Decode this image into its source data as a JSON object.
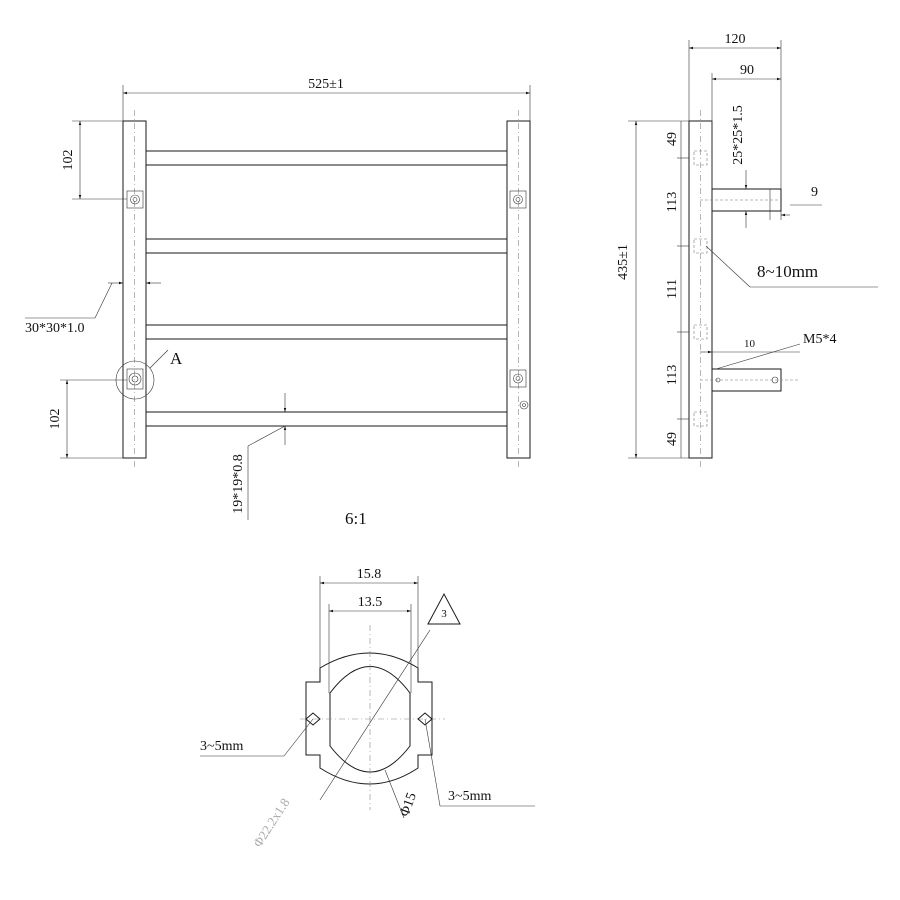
{
  "front_view": {
    "width_dim": "525±1",
    "top_offset_dim": "102",
    "bottom_offset_dim": "102",
    "upright_tube": "30*30*1.0",
    "rail_tube": "19*19*0.8",
    "detail_marker": "A"
  },
  "side_view": {
    "depth_dim": "120",
    "depth_inner_dim": "90",
    "bracket_tube": "25*25*1.5",
    "gap_dim": "9",
    "height_dim": "435±1",
    "segments": [
      "49",
      "113",
      "111",
      "113",
      "49"
    ],
    "range_note": "8~10mm",
    "screw_offset_dim": "10",
    "screw": "M5*4"
  },
  "detail_view": {
    "scale": "6:1",
    "outer_width": "15.8",
    "inner_width": "13.5",
    "note_symbol": "3",
    "left_range": "3~5mm",
    "right_range": "3~5mm",
    "outer_diameter": "Φ22.2x1.8",
    "inner_diameter": "Φ15"
  }
}
